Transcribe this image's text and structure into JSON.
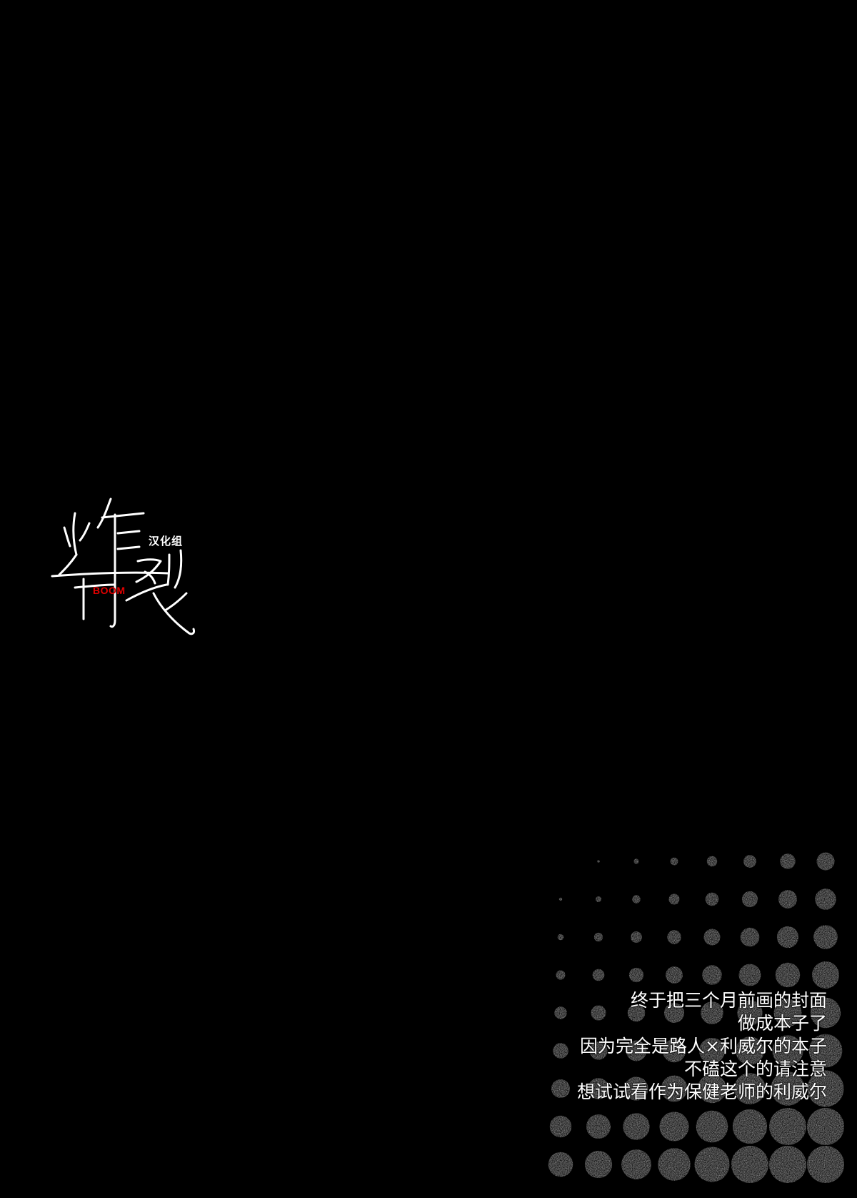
{
  "logo": {
    "main_glyphs": "炸裂",
    "group_label": "汉化组",
    "boom": "BOOM",
    "colors": {
      "outline": "#ffffff",
      "boom": "#e10000"
    }
  },
  "note": {
    "lines": [
      "终于把三个月前画的封面",
      "做成本子了",
      "因为完全是路人×利威尔的本子",
      "不磕这个的请注意",
      "想试试看作为保健老师的利威尔"
    ]
  },
  "colors": {
    "background": "#000000",
    "text": "#ffffff",
    "halftone": "#9a9a9a"
  }
}
